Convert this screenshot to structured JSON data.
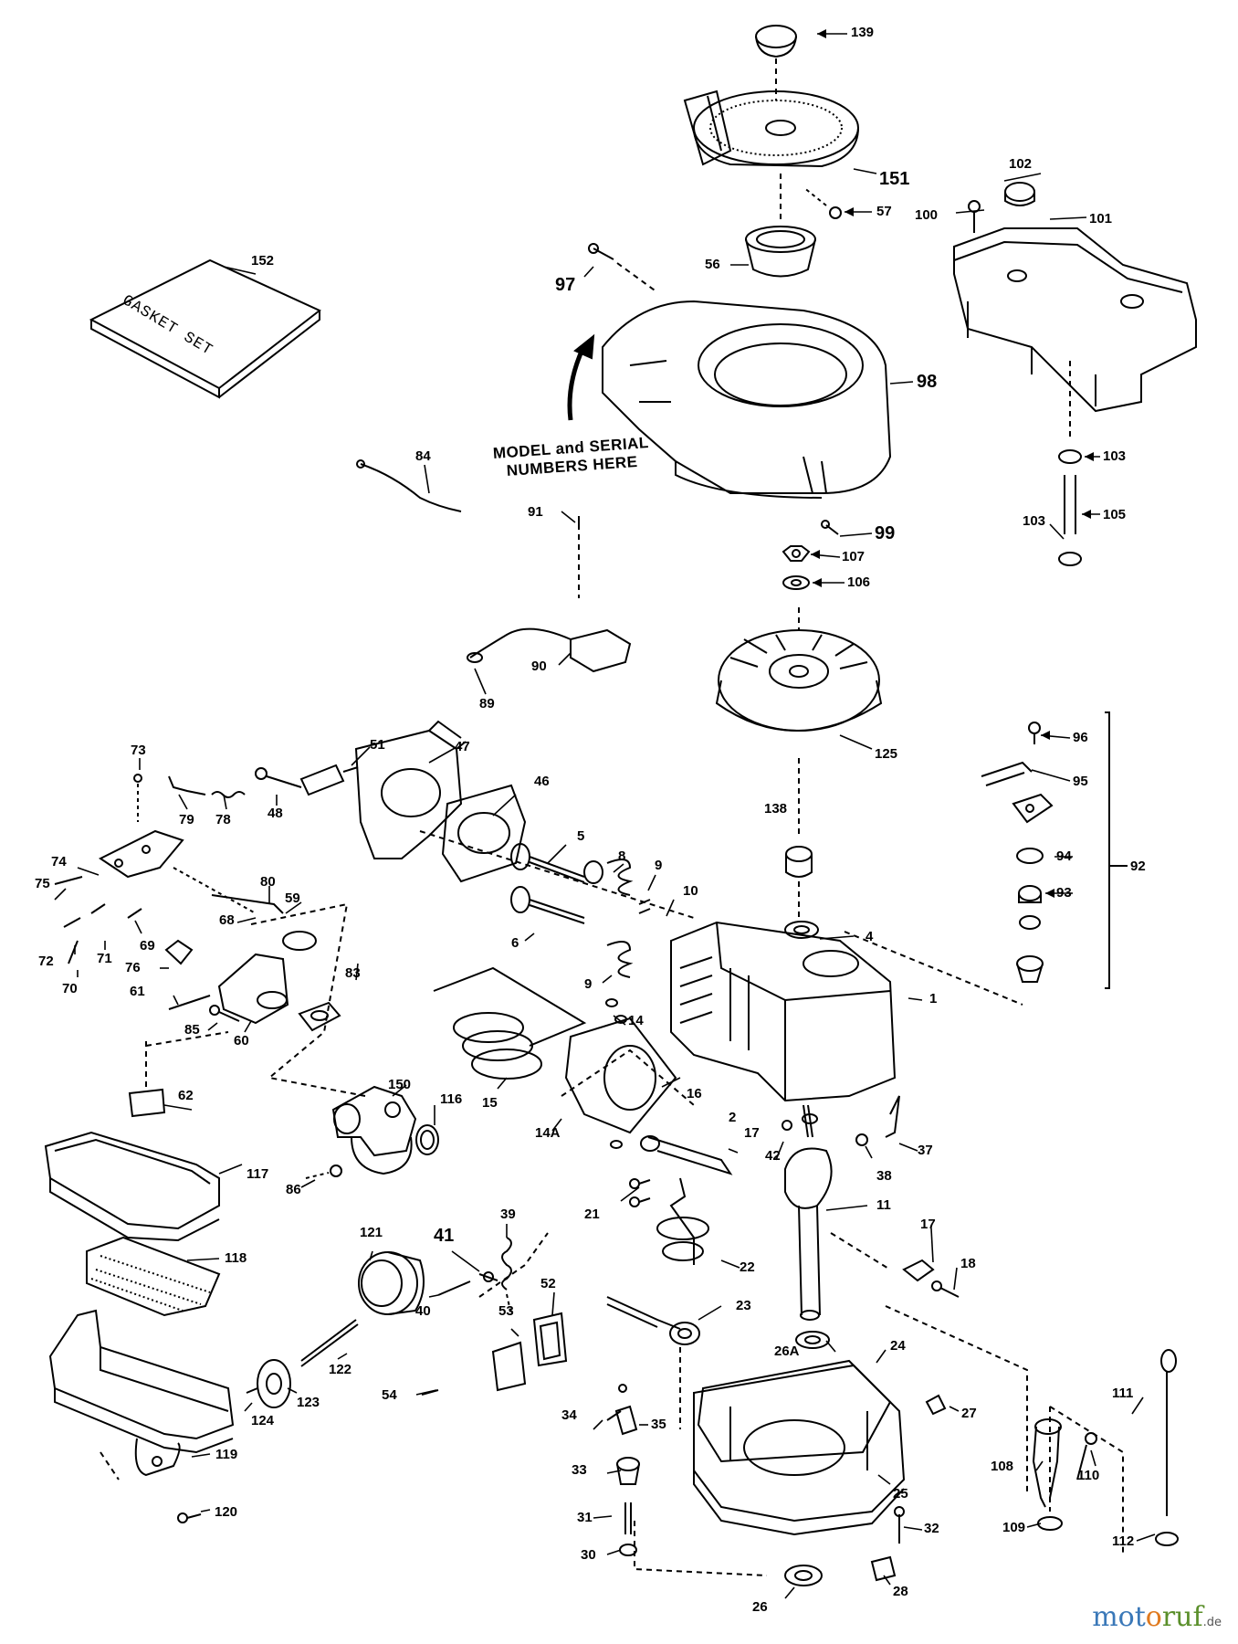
{
  "note": {
    "line1": "MODEL and SERIAL",
    "line2": "NUMBERS HERE"
  },
  "gasket_label": "GASKET SET",
  "watermark": {
    "part1": "mot",
    "part2": "o",
    "part3": "ruf",
    "tld": ".de"
  },
  "callouts": {
    "p139": "139",
    "p151": "151",
    "p102": "102",
    "p101": "101",
    "p100": "100",
    "p57": "57",
    "p56": "56",
    "p152": "152",
    "p97": "97",
    "p98": "98",
    "p84": "84",
    "p103a": "103",
    "p105": "105",
    "p103b": "103",
    "p91": "91",
    "p99": "99",
    "p107": "107",
    "p106": "106",
    "p90": "90",
    "p89": "89",
    "p125": "125",
    "p96": "96",
    "p95": "95",
    "p94": "94",
    "p93": "93",
    "p92": "92",
    "p73": "73",
    "p51": "51",
    "p47": "47",
    "p46": "46",
    "p48": "48",
    "p79": "79",
    "p78": "78",
    "p74": "74",
    "p75": "75",
    "p138": "138",
    "p5": "5",
    "p8": "8",
    "p9a": "9",
    "p10": "10",
    "p80": "80",
    "p59": "59",
    "p68": "68",
    "p72": "72",
    "p71": "71",
    "p69": "69",
    "p76": "76",
    "p70": "70",
    "p6": "6",
    "p9b": "9",
    "p4": "4",
    "p61": "61",
    "p83": "83",
    "p1": "1",
    "p85": "85",
    "p60": "60",
    "p14": "14",
    "p62": "62",
    "p150": "150",
    "p15": "15",
    "p16": "16",
    "p116": "116",
    "p14A": "14A",
    "p2": "2",
    "p17a": "17",
    "p42": "42",
    "p37": "37",
    "p38": "38",
    "p117": "117",
    "p86": "86",
    "p39": "39",
    "p21": "21",
    "p11": "11",
    "p121": "121",
    "p41": "41",
    "p22": "22",
    "p17b": "17",
    "p18": "18",
    "p118": "118",
    "p52": "52",
    "p40": "40",
    "p53": "53",
    "p23": "23",
    "p122": "122",
    "p26A": "26A",
    "p24": "24",
    "p123": "123",
    "p54": "54",
    "p34": "34",
    "p35": "35",
    "p111": "111",
    "p124": "124",
    "p33": "33",
    "p27": "27",
    "p119": "119",
    "p31": "31",
    "p108": "108",
    "p110": "110",
    "p25": "25",
    "p112": "112",
    "p120": "120",
    "p30": "30",
    "p109": "109",
    "p32": "32",
    "p26": "26",
    "p28": "28"
  }
}
